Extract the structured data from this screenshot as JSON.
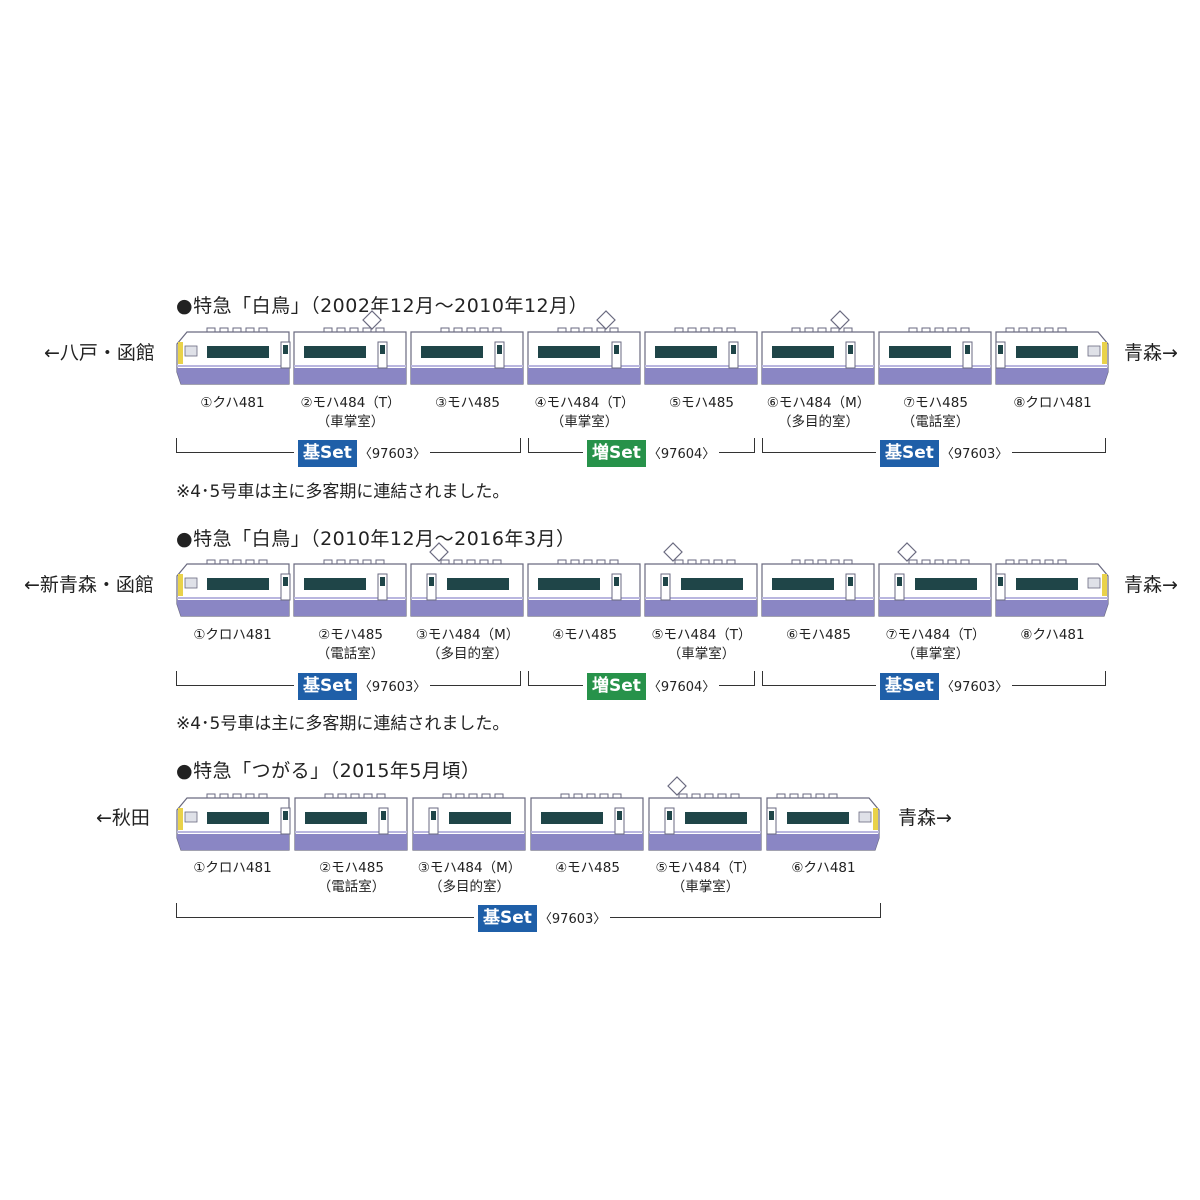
{
  "colors": {
    "badge_basic": "#1f5fa8",
    "badge_add": "#27924a",
    "band": "#8a86c4",
    "window": "#1f4548",
    "body": "#ffffff",
    "outline": "#6a6a80"
  },
  "formations": [
    {
      "title": "●特急「白鳥」（2002年12月～2010年12月）",
      "left_dir": "←八戸・函館",
      "right_dir": "青森→",
      "cars": [
        {
          "no": "①クハ481",
          "sub": ""
        },
        {
          "no": "②モハ484（T）",
          "sub": "（車掌室）"
        },
        {
          "no": "③モハ485",
          "sub": ""
        },
        {
          "no": "④モハ484（T）",
          "sub": "（車掌室）"
        },
        {
          "no": "⑤モハ485",
          "sub": ""
        },
        {
          "no": "⑥モハ484（M）",
          "sub": "（多目的室）"
        },
        {
          "no": "⑦モハ485",
          "sub": "（電話室）"
        },
        {
          "no": "⑧クロハ481",
          "sub": ""
        }
      ],
      "sets": [
        {
          "badge": "基Set",
          "num": "〈97603〉",
          "kind": "basic"
        },
        {
          "badge": "増Set",
          "num": "〈97604〉",
          "kind": "add"
        },
        {
          "badge": "基Set",
          "num": "〈97603〉",
          "kind": "basic"
        }
      ],
      "note": "※4･5号車は主に多客期に連結されました。"
    },
    {
      "title": "●特急「白鳥」（2010年12月～2016年3月）",
      "left_dir": "←新青森・函館",
      "right_dir": "青森→",
      "cars": [
        {
          "no": "①クロハ481",
          "sub": ""
        },
        {
          "no": "②モハ485",
          "sub": "（電話室）"
        },
        {
          "no": "③モハ484（M）",
          "sub": "（多目的室）"
        },
        {
          "no": "④モハ485",
          "sub": ""
        },
        {
          "no": "⑤モハ484（T）",
          "sub": "（車掌室）"
        },
        {
          "no": "⑥モハ485",
          "sub": ""
        },
        {
          "no": "⑦モハ484（T）",
          "sub": "（車掌室）"
        },
        {
          "no": "⑧クハ481",
          "sub": ""
        }
      ],
      "sets": [
        {
          "badge": "基Set",
          "num": "〈97603〉",
          "kind": "basic"
        },
        {
          "badge": "増Set",
          "num": "〈97604〉",
          "kind": "add"
        },
        {
          "badge": "基Set",
          "num": "〈97603〉",
          "kind": "basic"
        }
      ],
      "note": "※4･5号車は主に多客期に連結されました。"
    },
    {
      "title": "●特急「つがる」（2015年5月頃）",
      "left_dir": "←秋田",
      "right_dir": "青森→",
      "cars": [
        {
          "no": "①クロハ481",
          "sub": ""
        },
        {
          "no": "②モハ485",
          "sub": "（電話室）"
        },
        {
          "no": "③モハ484（M）",
          "sub": "（多目的室）"
        },
        {
          "no": "④モハ485",
          "sub": ""
        },
        {
          "no": "⑤モハ484（T）",
          "sub": "（車掌室）"
        },
        {
          "no": "⑥クハ481",
          "sub": ""
        }
      ],
      "sets": [
        {
          "badge": "基Set",
          "num": "〈97603〉",
          "kind": "basic"
        }
      ],
      "note": ""
    }
  ]
}
